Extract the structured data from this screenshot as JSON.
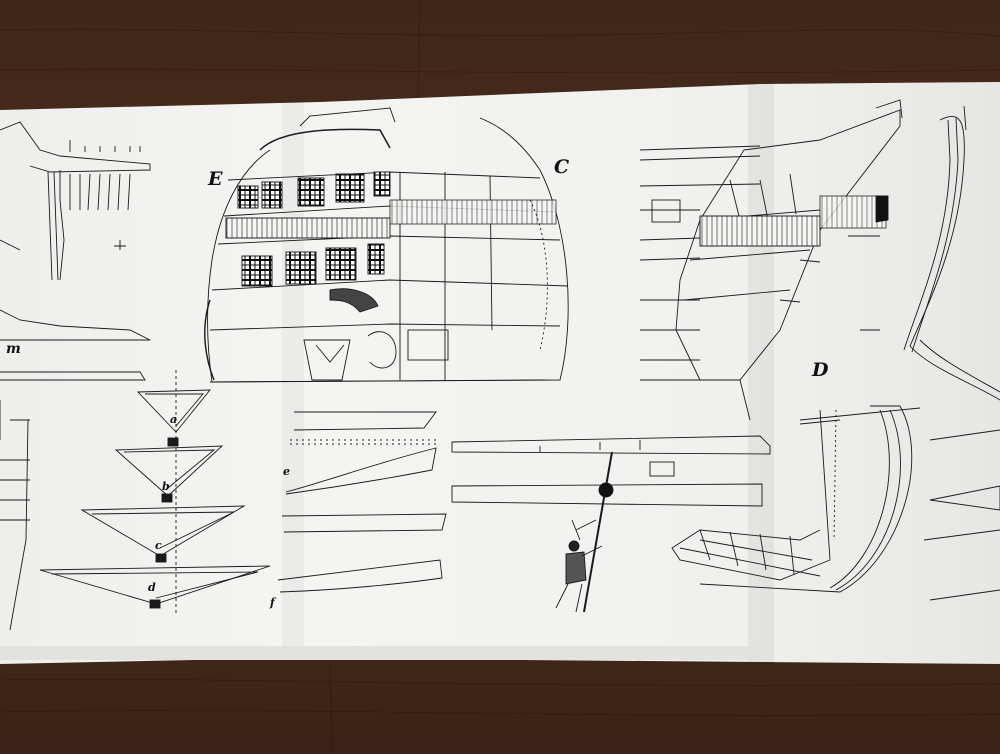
{
  "labels": {
    "E": "E",
    "C": "C",
    "D": "D",
    "m": "m",
    "a": "a",
    "b": "b",
    "c": "c",
    "d": "d",
    "e": "e",
    "f": "f"
  },
  "colors": {
    "table": "#4a2e1d",
    "paper": "#f3f3f1",
    "ink": "#1a1a1a"
  }
}
